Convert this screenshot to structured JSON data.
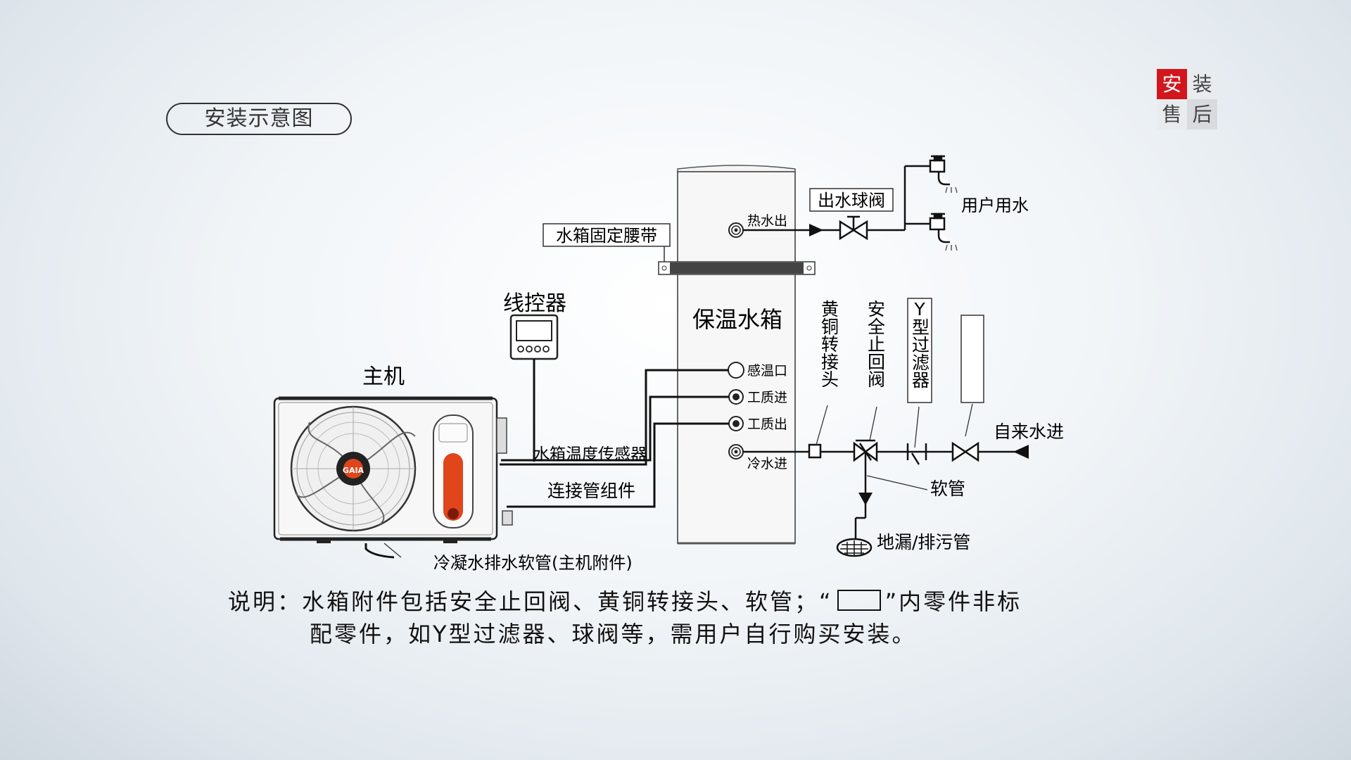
{
  "header": {
    "title": "安装示意图"
  },
  "badge": {
    "cells": [
      "安",
      "装",
      "售",
      "后"
    ]
  },
  "labels": {
    "host": "主机",
    "controller": "线控器",
    "tank": "保温水箱",
    "belt": "水箱固定腰带",
    "outlet_valve": "出水球阀",
    "user_water": "用户用水",
    "hot_water_out": "热水出",
    "temp_port": "感温口",
    "refrigerant_in": "工质进",
    "refrigerant_out": "工质出",
    "cold_water_in": "冷水进",
    "brass_adapter": "黄铜转接头",
    "check_valve": "安全止回阀",
    "y_filter_letter": "Y",
    "y_filter_rest": "型过滤器",
    "tap_water_in": "自来水进",
    "hose": "软管",
    "floor_drain": "地漏/排污管",
    "tank_sensor": "水箱温度传感器",
    "pipe_kit": "连接管组件",
    "condensate_hose": "冷凝水排水软管(主机附件)",
    "brand": "GAIA"
  },
  "note": {
    "prefix": "说明：水箱附件包括安全止回阀、黄铜转接头、软管；“",
    "suffix": "”内零件非标",
    "line2": "配零件，如Y型过滤器、球阀等，需用户自行购买安装。"
  },
  "colors": {
    "accent": "#d2161e",
    "line": "#111111",
    "orange": "#e0451c"
  }
}
